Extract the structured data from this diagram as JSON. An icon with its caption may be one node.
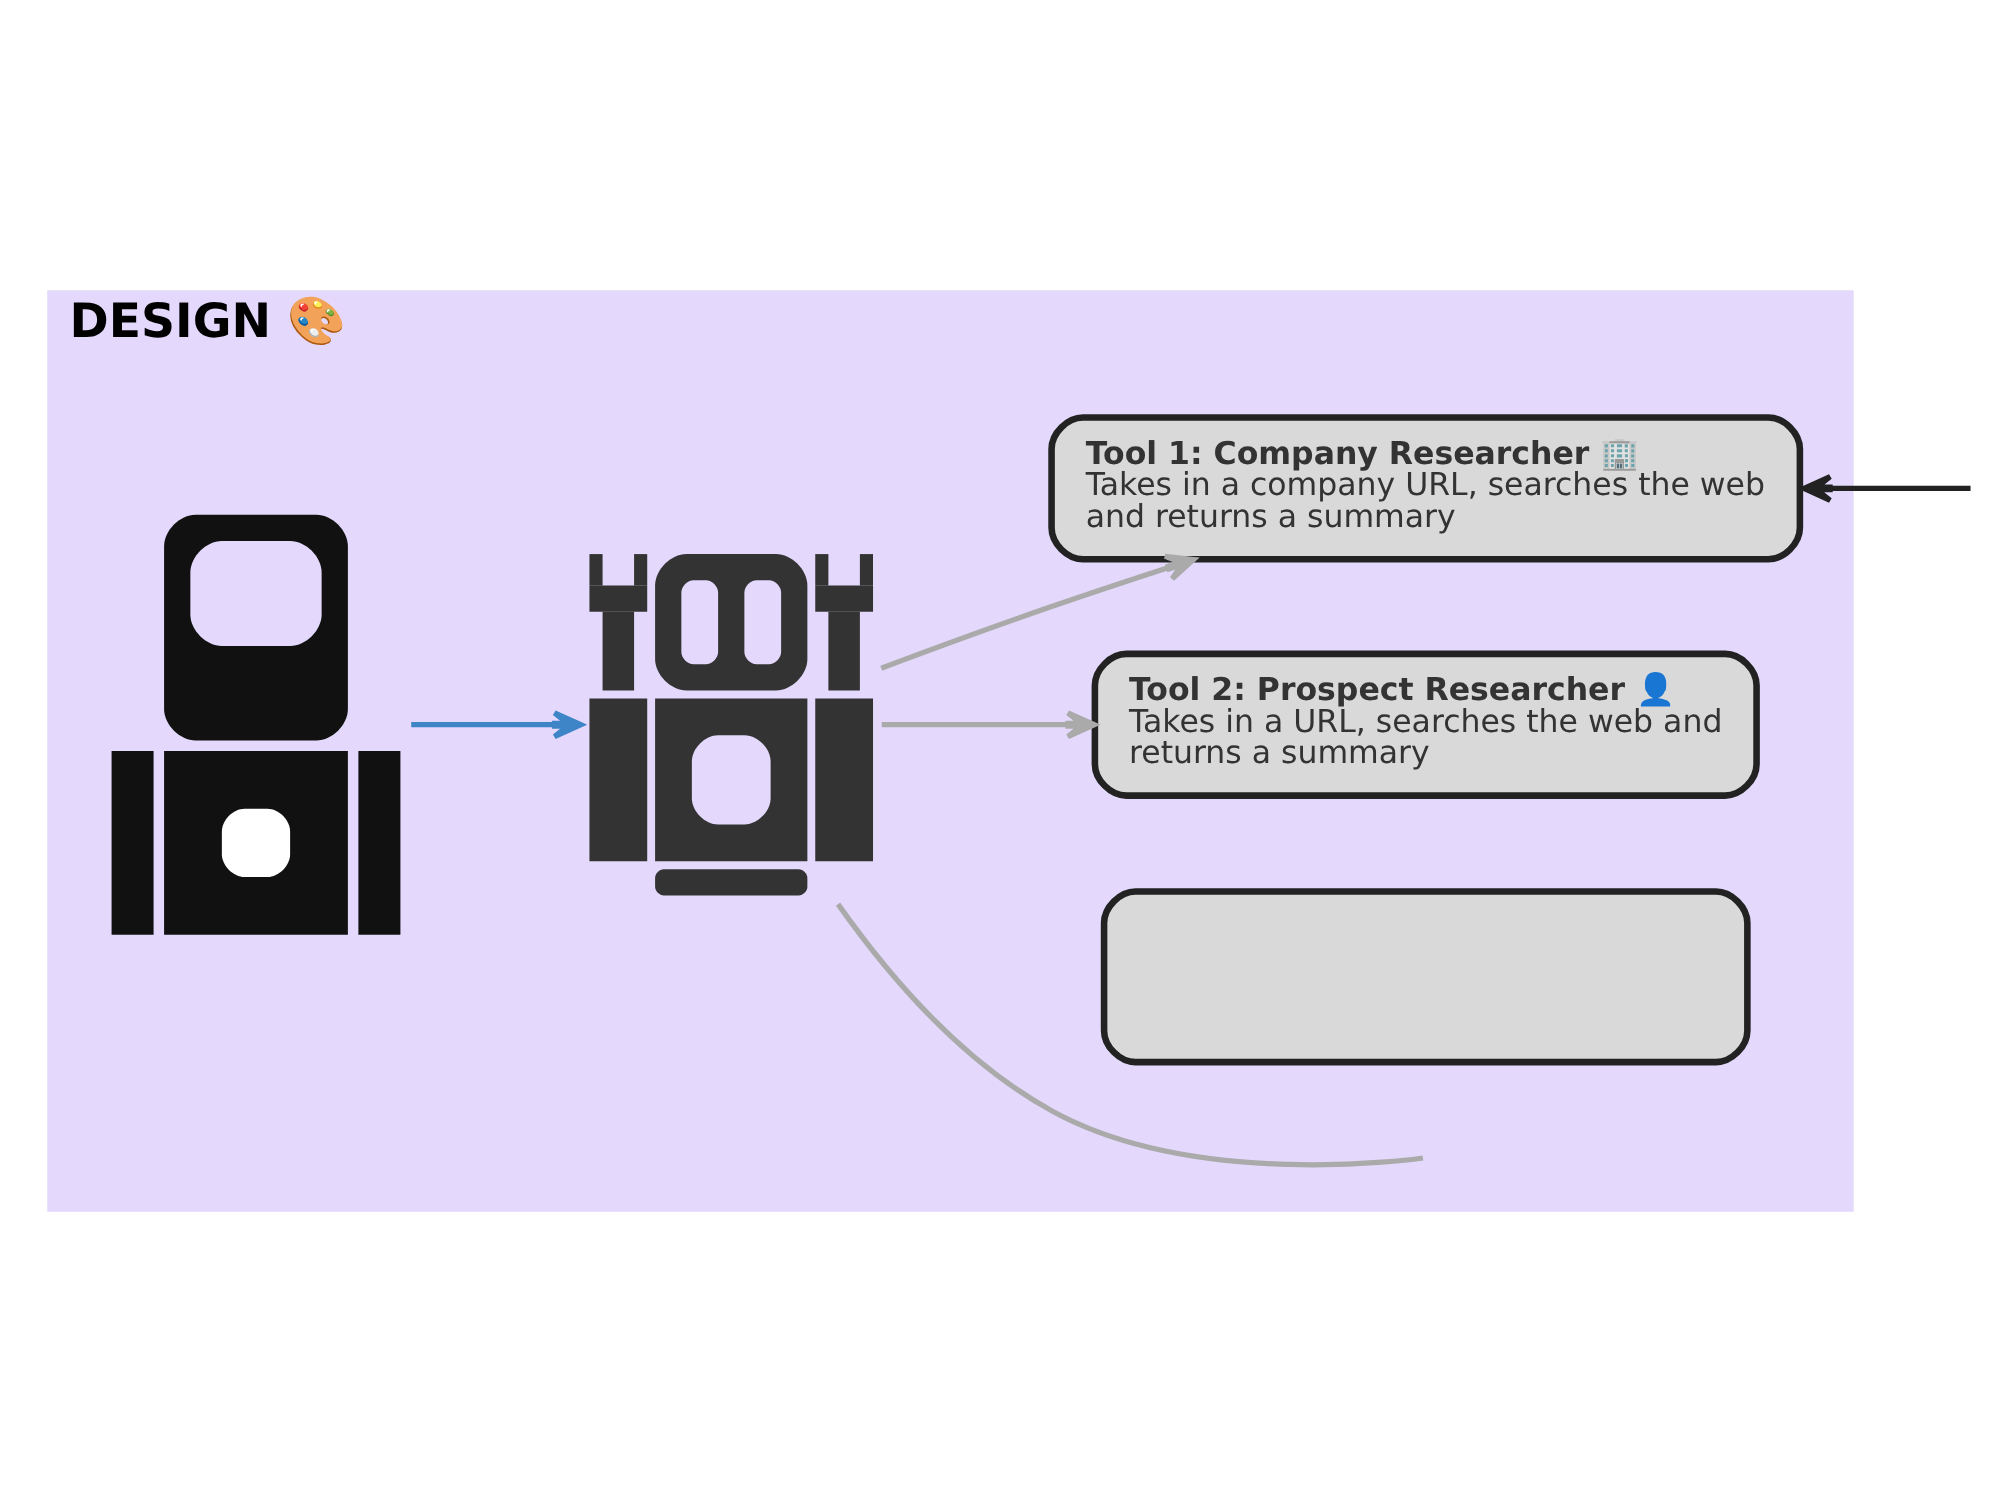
{
  "diagram": {
    "nodes": [
      {
        "text": [
          "DESIGN 🎨"
        ]
      },
      {
        "text": [],
        "shape": "picture",
        "in": 0
      },
      {
        "text": [],
        "shape": "picture",
        "in": 0
      },
      {
        "text": [
          "Tool 1: Company Researcher 🏢",
          "Takes in a company URL, searches the web and returns a summary"
        ],
        "in": 0
      },
      {
        "text": [
          "Tool 2: Prospect Researcher 👤",
          "Takes in a URL, searches the web and returns a summary"
        ],
        "in": 0
      },
      {
        "text": [],
        "shape": "box",
        "in": 0
      }
    ],
    "edges": [
      {
        "from": 1,
        "to": 2,
        "arrow": "to",
        "color": "#3d85c6"
      },
      {
        "from": 2,
        "to": 3,
        "arrow": "to"
      },
      {
        "from": 2,
        "to": 4,
        "arrow": "to"
      },
      {
        "from": 2,
        "to": null,
        "arrow": "none"
      },
      {
        "from": null,
        "to": 3,
        "arrow": "to",
        "color": "#222222"
      }
    ]
  }
}
